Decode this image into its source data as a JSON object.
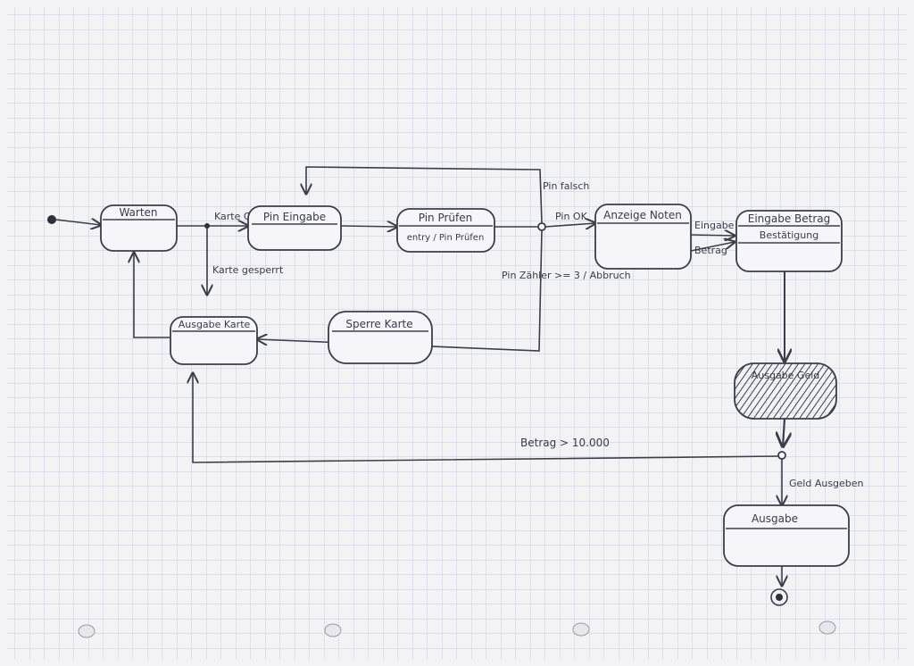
{
  "diagram": {
    "states": {
      "warten": "Warten",
      "pin_eingabe": "Pin Eingabe",
      "pin_pruefen": "Pin Prüfen",
      "pin_pruefen_activity": "entry / Pin Prüfen",
      "anzeige_noten": "Anzeige Noten",
      "eingabe_betrag": "Eingabe Betrag",
      "eingabe_betrag_activity": "Bestätigung",
      "ausgabe_karte": "Ausgabe Karte",
      "sperre_karte": "Sperre Karte",
      "ausgabe_geld": "Ausgabe Geld",
      "ausgabe": "Ausgabe"
    },
    "transitions": {
      "karte_ok": "Karte OK",
      "karte_gesperrt": "Karte gesperrt",
      "pin_falsch": "Pin falsch",
      "pin_ok": "Pin OK",
      "pin_versuche": "Pin Zähler >= 3 / Abbruch",
      "eingabe": "Eingabe",
      "betrag": "Betrag",
      "betrag_gross": "Betrag > 10.000",
      "geld_ausgeben": "Geld Ausgeben"
    }
  },
  "colors": {
    "ink": "#3d3d4a",
    "grid": "#b8c2e0",
    "paper": "#f3f3f6"
  }
}
